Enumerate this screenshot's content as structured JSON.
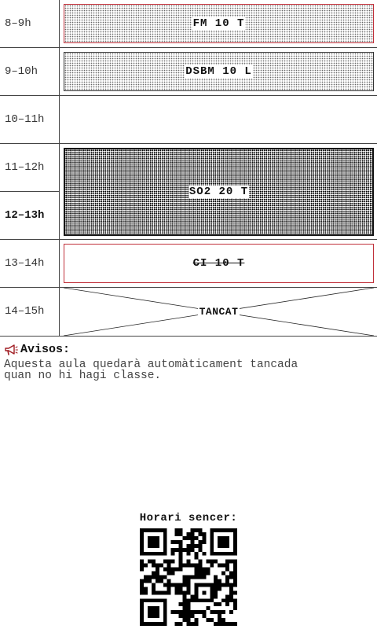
{
  "schedule": {
    "rows": [
      {
        "time": "8–9h",
        "class": "FM 10 T"
      },
      {
        "time": "9–10h",
        "class": "DSBM 10 L"
      },
      {
        "time": "10–11h",
        "class": ""
      },
      {
        "time": "11–12h",
        "class": ""
      },
      {
        "time": "12–13h",
        "class": ""
      },
      {
        "time": "13–14h",
        "class": "CI 10 T"
      },
      {
        "time": "14–15h",
        "class": "TANCAT"
      }
    ],
    "merged_class": "SO2 20 T"
  },
  "notice": {
    "icon": "megaphone-icon",
    "title": "Avisos:",
    "text": "Aquesta aula quedarà automàticament tancada\nquan no hi hagi classe."
  },
  "qr": {
    "title": "Horari sencer:",
    "icon": "qr-code"
  },
  "colors": {
    "red_border": "#c0303a",
    "megaphone": "#a01c22"
  }
}
